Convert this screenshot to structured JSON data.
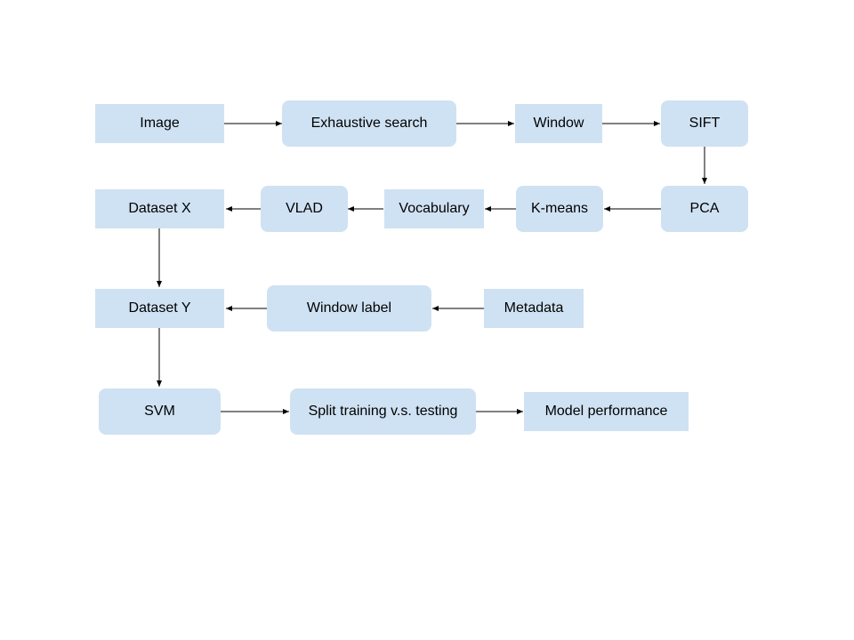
{
  "nodes": {
    "image": "Image",
    "exhaustive_search": "Exhaustive search",
    "window": "Window",
    "sift": "SIFT",
    "pca": "PCA",
    "kmeans": "K-means",
    "vocabulary": "Vocabulary",
    "vlad": "VLAD",
    "dataset_x": "Dataset X",
    "dataset_y": "Dataset Y",
    "window_label": "Window label",
    "metadata": "Metadata",
    "svm": "SVM",
    "split": "Split training v.s. testing",
    "model_performance": "Model performance"
  },
  "edges": [
    [
      "image",
      "exhaustive_search"
    ],
    [
      "exhaustive_search",
      "window"
    ],
    [
      "window",
      "sift"
    ],
    [
      "sift",
      "pca"
    ],
    [
      "pca",
      "kmeans"
    ],
    [
      "kmeans",
      "vocabulary"
    ],
    [
      "vocabulary",
      "vlad"
    ],
    [
      "vlad",
      "dataset_x"
    ],
    [
      "dataset_x",
      "dataset_y"
    ],
    [
      "metadata",
      "window_label"
    ],
    [
      "window_label",
      "dataset_y"
    ],
    [
      "dataset_y",
      "svm"
    ],
    [
      "svm",
      "split"
    ],
    [
      "split",
      "model_performance"
    ]
  ],
  "colors": {
    "node_fill": "#cfe2f3",
    "arrow": "#000000"
  }
}
